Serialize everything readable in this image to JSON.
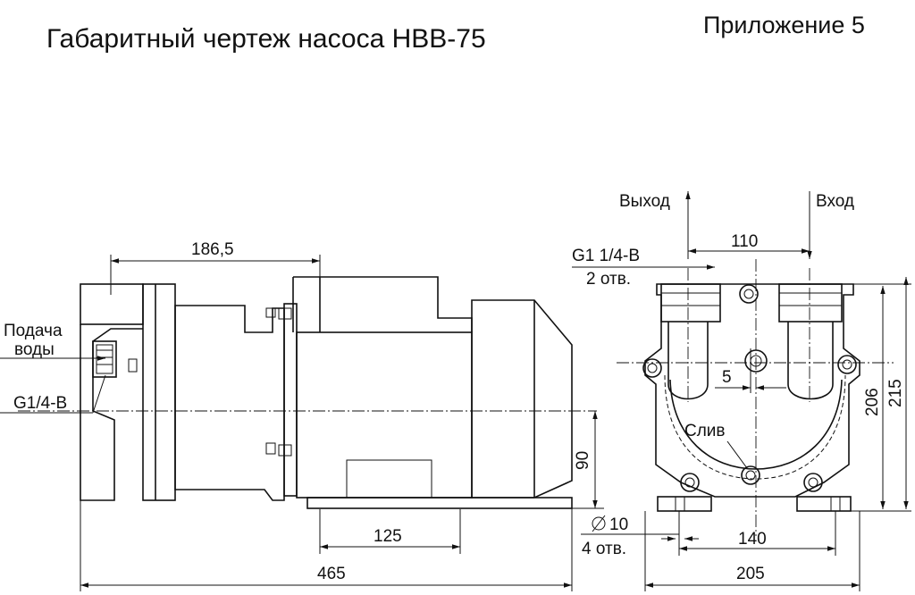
{
  "title": "Габаритный чертеж насоса НВВ-75",
  "appendix": "Приложение 5",
  "side_view": {
    "supply_label_1": "Подача",
    "supply_label_2": "воды",
    "supply_thread": "G1/4-B",
    "dim_flange_to_motor": "186,5",
    "dim_foot_length": "125",
    "dim_axis_height": "90",
    "dim_overall_length": "465"
  },
  "end_view": {
    "outlet_label": "Выход",
    "inlet_label": "Вход",
    "port_distance": "110",
    "port_thread": "G1 1/4-B",
    "port_count": "2 отв.",
    "drain_label": "Слив",
    "drain_offset": "5",
    "height_206": "206",
    "height_215": "215",
    "hole_diameter": "10",
    "hole_count": "4 отв.",
    "foot_hole_spacing": "140",
    "overall_width": "205"
  }
}
